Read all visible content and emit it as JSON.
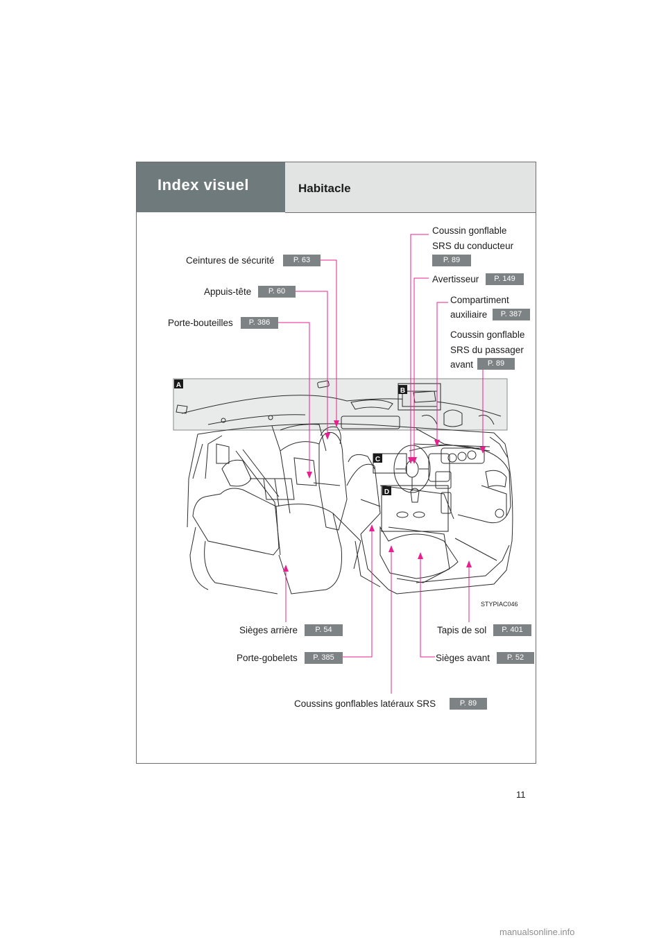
{
  "header": {
    "section": "Index visuel",
    "subsection": "Habitacle"
  },
  "callouts": {
    "ceintures": {
      "label": "Ceintures de sécurité",
      "page": "P. 63"
    },
    "appuis": {
      "label": "Appuis-tête",
      "page": "P. 60"
    },
    "bouteilles": {
      "label": "Porte-bouteilles",
      "page": "P. 386"
    },
    "coussin_conducteur": {
      "line1": "Coussin gonflable",
      "line2": "SRS du conducteur",
      "page": "P. 89"
    },
    "avertisseur": {
      "label": "Avertisseur",
      "page": "P. 149"
    },
    "compartiment": {
      "line1": "Compartiment",
      "line2": "auxiliaire",
      "page": "P. 387"
    },
    "coussin_passager": {
      "line1": "Coussin gonflable",
      "line2": "SRS du passager",
      "line3": "avant",
      "page": "P. 89"
    },
    "sieges_arriere": {
      "label": "Sièges arrière",
      "page": "P. 54"
    },
    "porte_gobelets": {
      "label": "Porte-gobelets",
      "page": "P. 385"
    },
    "coussins_lateraux": {
      "label": "Coussins gonflables latéraux SRS",
      "page": "P. 89"
    },
    "tapis": {
      "label": "Tapis de sol",
      "page": "P. 401"
    },
    "sieges_avant": {
      "label": "Sièges avant",
      "page": "P. 52"
    }
  },
  "illustration": {
    "markers": [
      "A",
      "B",
      "C",
      "D"
    ],
    "code": "STYPIAC046"
  },
  "page_number": "11",
  "footer": "manualsonline.info",
  "colors": {
    "header_dark": "#6e7a7c",
    "header_light": "#e2e4e4",
    "leader": "#e8208f",
    "badge": "#7d8284"
  }
}
